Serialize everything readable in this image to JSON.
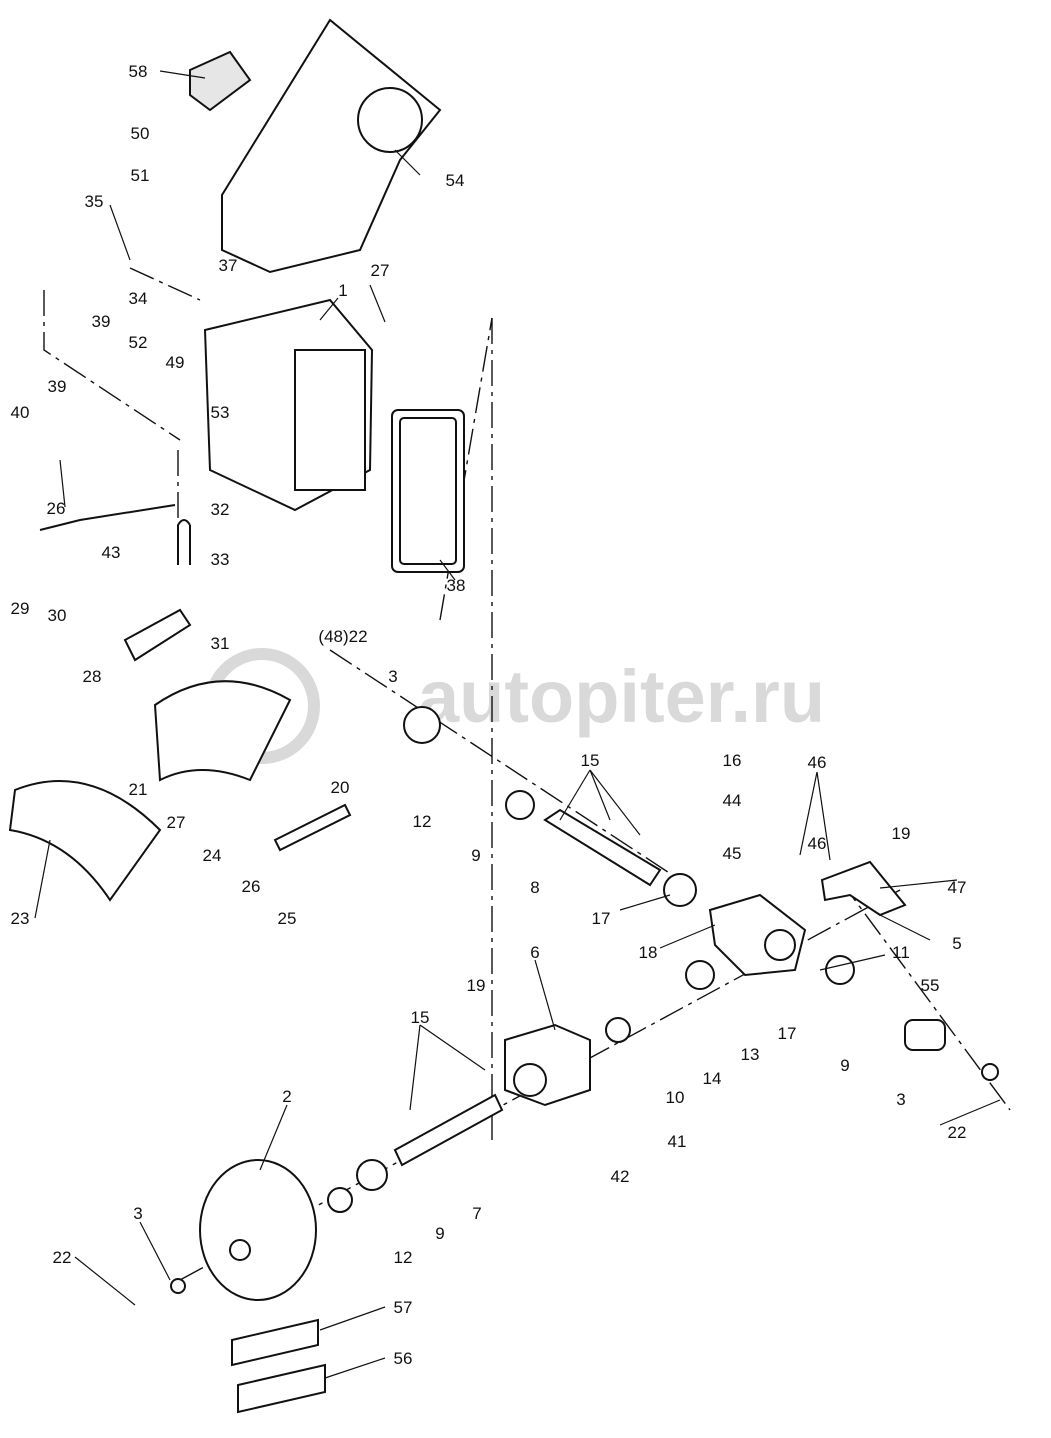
{
  "diagram": {
    "type": "exploded-parts-diagram",
    "watermark": "autopiter.ru",
    "callouts": [
      "58",
      "50",
      "51",
      "54",
      "35",
      "37",
      "27",
      "1",
      "34",
      "39",
      "52",
      "49",
      "40",
      "39",
      "53",
      "26",
      "32",
      "43",
      "33",
      "38",
      "29",
      "30",
      "28",
      "31",
      "(48)22",
      "3",
      "15",
      "16",
      "46",
      "44",
      "45",
      "46",
      "19",
      "47",
      "21",
      "20",
      "12",
      "9",
      "27",
      "24",
      "8",
      "26",
      "23",
      "25",
      "17",
      "5",
      "18",
      "6",
      "11",
      "19",
      "15",
      "55",
      "17",
      "13",
      "14",
      "2",
      "10",
      "9",
      "3",
      "3",
      "41",
      "22",
      "42",
      "7",
      "9",
      "12",
      "22",
      "57",
      "56"
    ]
  }
}
